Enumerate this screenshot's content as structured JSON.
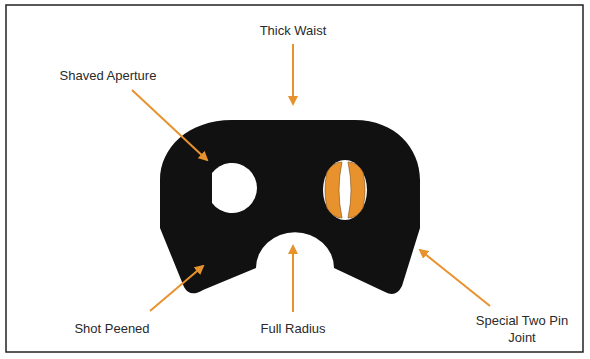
{
  "diagram": {
    "labels": [
      "Thick Waist",
      "Shaved Aperture",
      "Shot Peened",
      "Full Radius",
      "Special Two Pin Joint"
    ]
  }
}
